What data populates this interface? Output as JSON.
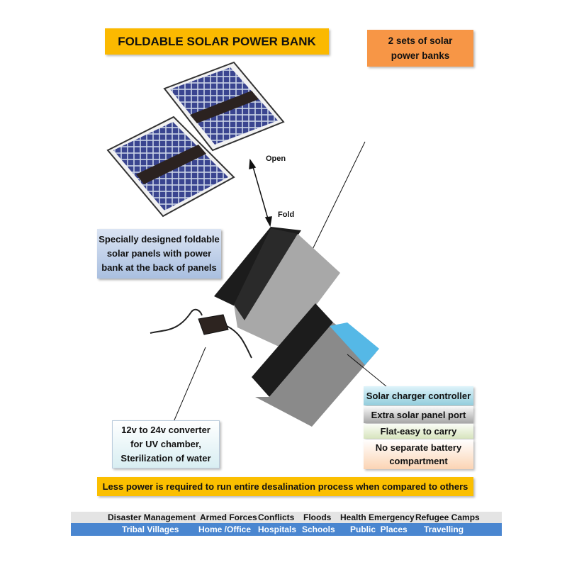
{
  "title": "FOLDABLE SOLAR POWER BANK",
  "sets_note": [
    "2 sets of solar",
    "power banks"
  ],
  "open_label": "Open",
  "fold_label": "Fold",
  "panel_note": [
    "Specially designed foldable",
    "solar panels with power",
    "bank at the back of panels"
  ],
  "converter_note": [
    "12v to 24v converter",
    "for UV chamber,",
    "Sterilization of water"
  ],
  "features": [
    "Solar charger controller",
    "Extra solar panel port",
    "Flat-easy to carry",
    "No separate battery",
    "compartment"
  ],
  "less_power": "Less power is required to run entire desalination process when compared to others",
  "uses_row1": [
    "Disaster Management",
    "Armed Forces",
    "Conflicts",
    "Floods",
    "Health Emergency",
    "Refugee Camps"
  ],
  "uses_row2": [
    "Tribal Villages",
    "Home /Office",
    "Hospitals",
    "Schools",
    "Public  Places",
    "Travelling"
  ]
}
